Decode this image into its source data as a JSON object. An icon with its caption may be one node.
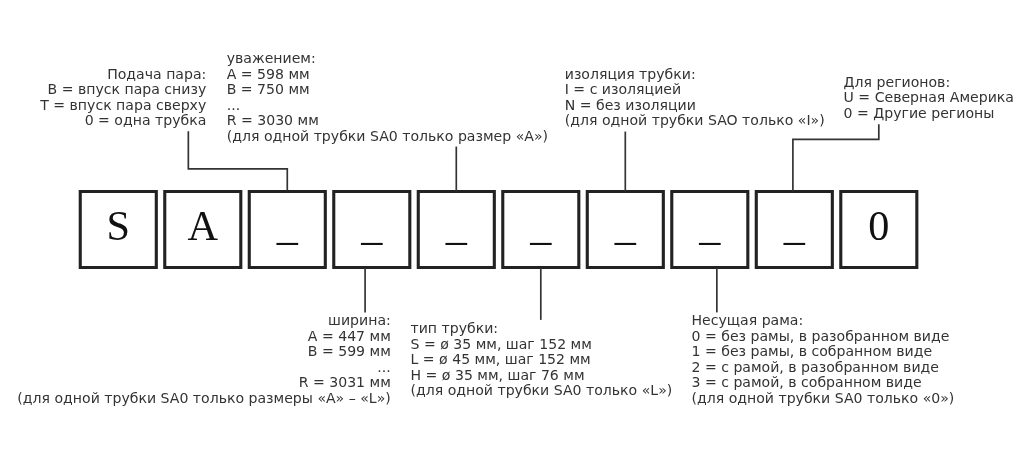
{
  "diagram": {
    "nodes": [
      {
        "text": [
          "Подача пара:",
          "B = впуск пара снизу",
          "T = впуск пара сверху",
          "0 = одна трубка"
        ]
      },
      {
        "text": [
          "уважением:",
          "A = 598 мм",
          "B = 750 мм",
          "...",
          "R = 3030 мм",
          "(для одной трубки SA0 только размер «A»)"
        ]
      },
      {
        "text": [
          "изоляция трубки:",
          "I = с изоляцией",
          "N = без изоляции",
          "(для одной трубки SAO только «I»)"
        ]
      },
      {
        "text": [
          "Для регионов:",
          "U = Северная Америка",
          "0 = Другие регионы"
        ]
      },
      {
        "text": [
          "S"
        ]
      },
      {
        "text": [
          "A"
        ]
      },
      {
        "text": [
          "_"
        ]
      },
      {
        "text": [
          "_"
        ]
      },
      {
        "text": [
          "_"
        ]
      },
      {
        "text": [
          "_"
        ]
      },
      {
        "text": [
          "_"
        ]
      },
      {
        "text": [
          "_"
        ]
      },
      {
        "text": [
          "_"
        ]
      },
      {
        "text": [
          "0"
        ]
      },
      {
        "text": [
          "ширина:",
          "A = 447 мм",
          "B = 599 мм",
          "...",
          "R = 3031 мм",
          "(для одной трубки SA0 только размеры «A» – «L»)"
        ]
      },
      {
        "text": [
          "тип трубки:",
          "S = ø 35 мм, шаг 152 мм",
          "L = ø 45 мм, шаг 152 мм",
          "H = ø 35 мм, шаг 76 мм",
          "(для одной трубки SA0 только «L»)"
        ]
      },
      {
        "text": [
          "Несущая рама:",
          "0 = без рамы, в разобранном виде",
          "1 = без рамы, в собранном виде",
          "2 = с рамой, в разобранном виде",
          "3 = с рамой, в собранном виде",
          "(для одной трубки SA0 только «0»)"
        ]
      }
    ],
    "edges": [
      {
        "from": 0,
        "to": 6,
        "arrow": "none"
      },
      {
        "from": 1,
        "to": 8,
        "arrow": "none"
      },
      {
        "from": 2,
        "to": 10,
        "arrow": "none"
      },
      {
        "from": 3,
        "to": 12,
        "arrow": "none"
      },
      {
        "from": 7,
        "to": 14,
        "arrow": "none"
      },
      {
        "from": 9,
        "to": 15,
        "arrow": "none"
      },
      {
        "from": 11,
        "to": 16,
        "arrow": "none"
      }
    ]
  }
}
